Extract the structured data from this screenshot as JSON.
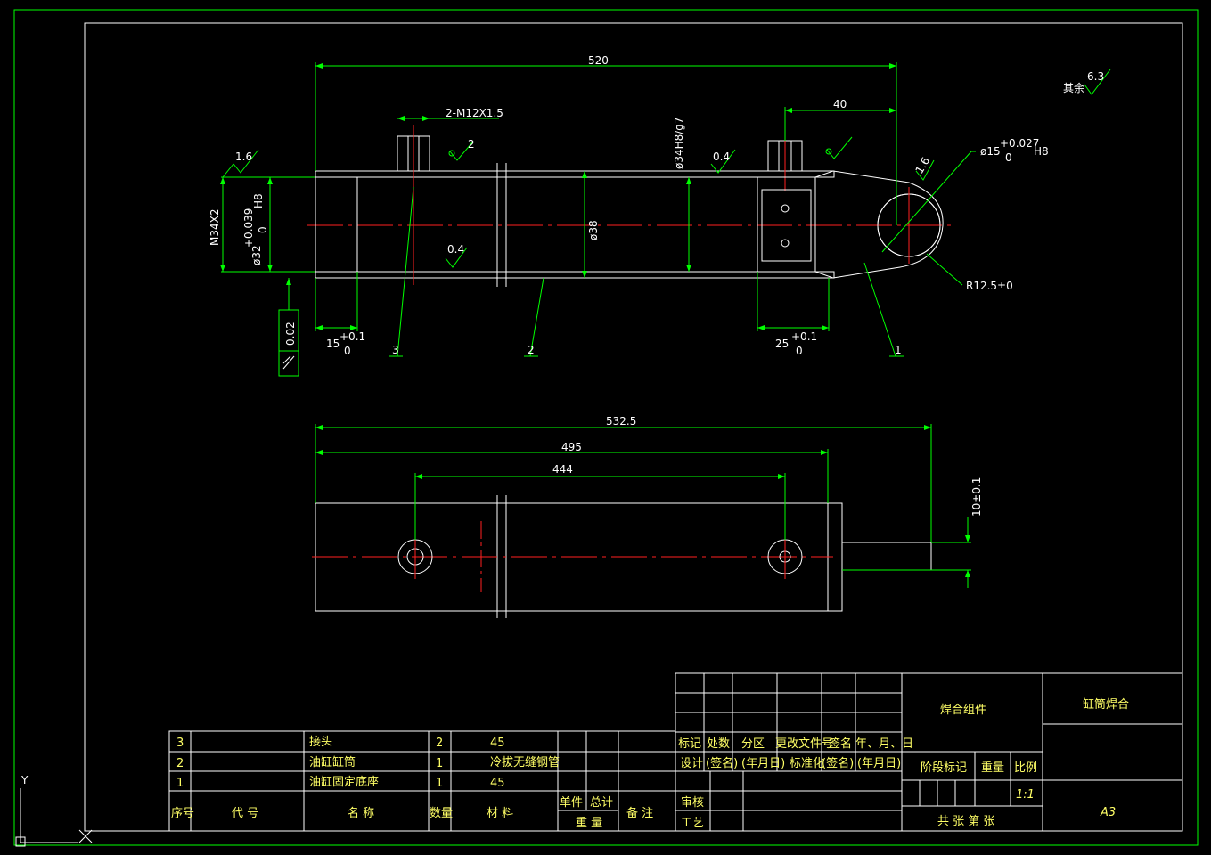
{
  "dims": {
    "d520": "520",
    "d40": "40",
    "d5325": "532.5",
    "d495": "495",
    "d444": "444",
    "thread_holes": "2-M12X1.5",
    "bore_fit": "ø34H8/g7",
    "bore_dia": "ø38",
    "pin_hole": "ø15",
    "pin_tol_up": "+0.027",
    "pin_tol_low": "0",
    "pin_fit": "H8",
    "radius": "R12.5±0",
    "thread_end": "M34X2",
    "inner_dia": "ø32",
    "inner_tol_up": "+0.039",
    "inner_tol_low": "0",
    "inner_fit": "H8",
    "depth_left": "15",
    "depth_left_tol_up": "+0.1",
    "depth_left_tol_low": "0",
    "depth_right": "25",
    "depth_right_tol_up": "+0.1",
    "depth_right_tol_low": "0",
    "offset": "10±0.1",
    "runout": "0.02"
  },
  "roughness": {
    "r1": "1.6",
    "r2": "2",
    "r3": "0.4",
    "r4": "0.4",
    "r5": "1.6",
    "rest": "6.3",
    "rest_label": "其余"
  },
  "balloons": {
    "b1": "1",
    "b2": "2",
    "b3": "3"
  },
  "bom": {
    "rows": [
      {
        "no": "3",
        "name": "接头",
        "qty": "2",
        "material": "45"
      },
      {
        "no": "2",
        "name": "油缸缸筒",
        "qty": "1",
        "material": "冷拔无缝钢管"
      },
      {
        "no": "1",
        "name": "油缸固定底座",
        "qty": "1",
        "material": "45"
      }
    ],
    "headers": {
      "no": "序号",
      "code": "代 号",
      "name": "名 称",
      "qty": "数量",
      "material": "材 料",
      "unit": "单件",
      "total": "总计",
      "weight": "重 量",
      "note": "备 注"
    }
  },
  "title_block": {
    "rev_mark": "标记",
    "rev_count": "处数",
    "rev_zone": "分区",
    "rev_doc": "更改文件号",
    "rev_sign": "签名",
    "rev_date": "年、月、日",
    "design": "设计",
    "sign1": "(签名)",
    "date1": "(年月日)",
    "standard": "标准化",
    "sign2": "(签名)",
    "date2": "(年月日)",
    "review": "审核",
    "process": "工艺",
    "stage": "阶段标记",
    "weight": "重量",
    "scale": "比例",
    "scale_val": "1:1",
    "sheets": "共    张  第    张",
    "part_name": "焊合组件",
    "drawing_name": "缸筒焊合",
    "size": "A3"
  },
  "ucs": {
    "y": "Y"
  },
  "colors": {
    "white": "#ffffff",
    "green": "#00ff00",
    "red": "#ff2020",
    "yellow": "#ffff66"
  }
}
